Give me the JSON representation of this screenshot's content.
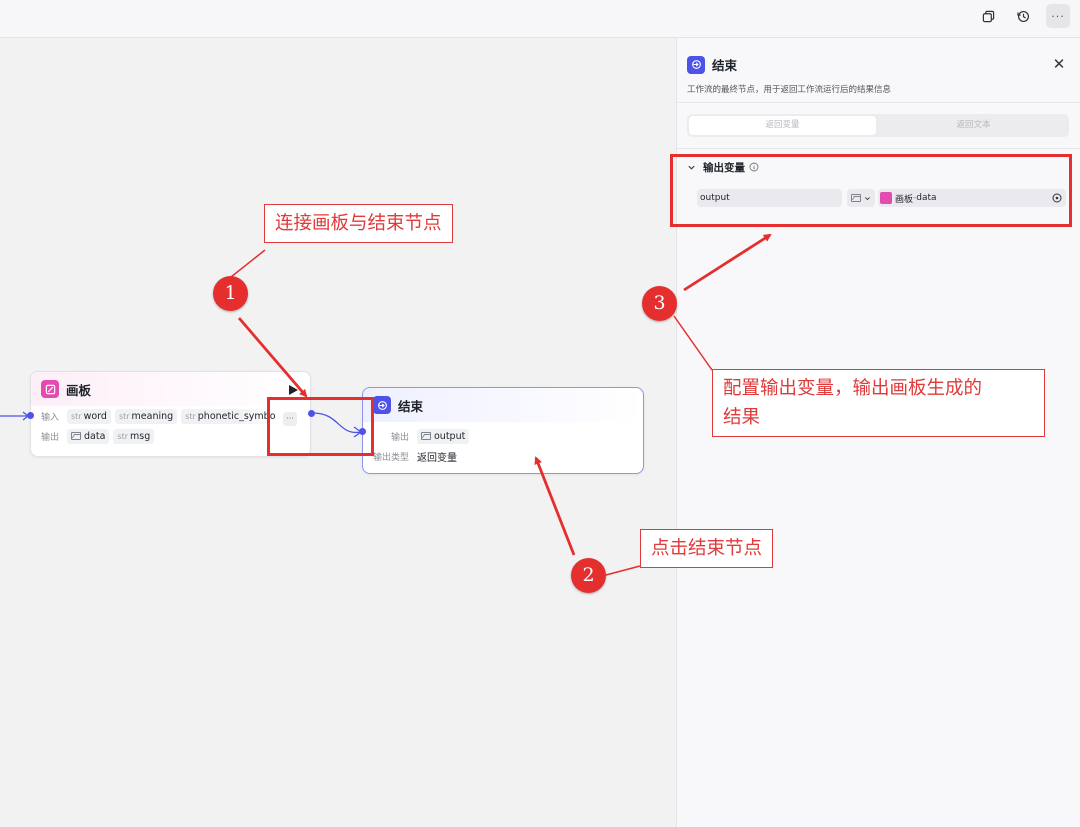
{
  "topbar": {
    "icons": [
      "copy-icon",
      "history-icon",
      "more-icon"
    ],
    "more_label": "···"
  },
  "canvas": {
    "canvas_node": {
      "title": "画板",
      "accent": "#e44bb0",
      "input_label": "输入",
      "inputs": [
        {
          "type": "str",
          "name": "word"
        },
        {
          "type": "str",
          "name": "meaning"
        },
        {
          "type": "str",
          "name": "phonetic_symbo"
        }
      ],
      "more_label": "···",
      "output_label": "输出",
      "outputs": [
        {
          "type": "image",
          "name": "data"
        },
        {
          "type": "str",
          "name": "msg"
        }
      ]
    },
    "end_node": {
      "title": "结束",
      "accent": "#4d53e8",
      "output_label": "输出",
      "output_value": "output",
      "output_type_label": "输出类型",
      "output_type_value": "返回变量"
    }
  },
  "panel": {
    "title": "结束",
    "description": "工作流的最终节点，用于返回工作流运行后的结果信息",
    "close_label": "✕",
    "tabs": [
      {
        "label": "返回变量",
        "active": true
      },
      {
        "label": "返回文本",
        "active": false
      }
    ],
    "section_title": "输出变量",
    "variable": {
      "name": "output",
      "source_node": "画板",
      "source_var": "data",
      "source_separator": " - "
    }
  },
  "annotations": {
    "callout_1": "连接画板与结束节点",
    "callout_2": "点击结束节点",
    "callout_3_line1": "配置输出变量，输出画板生成的",
    "callout_3_line2": "结果",
    "step_1": "1",
    "step_2": "2",
    "step_3": "3",
    "color": "#e52e2e"
  }
}
